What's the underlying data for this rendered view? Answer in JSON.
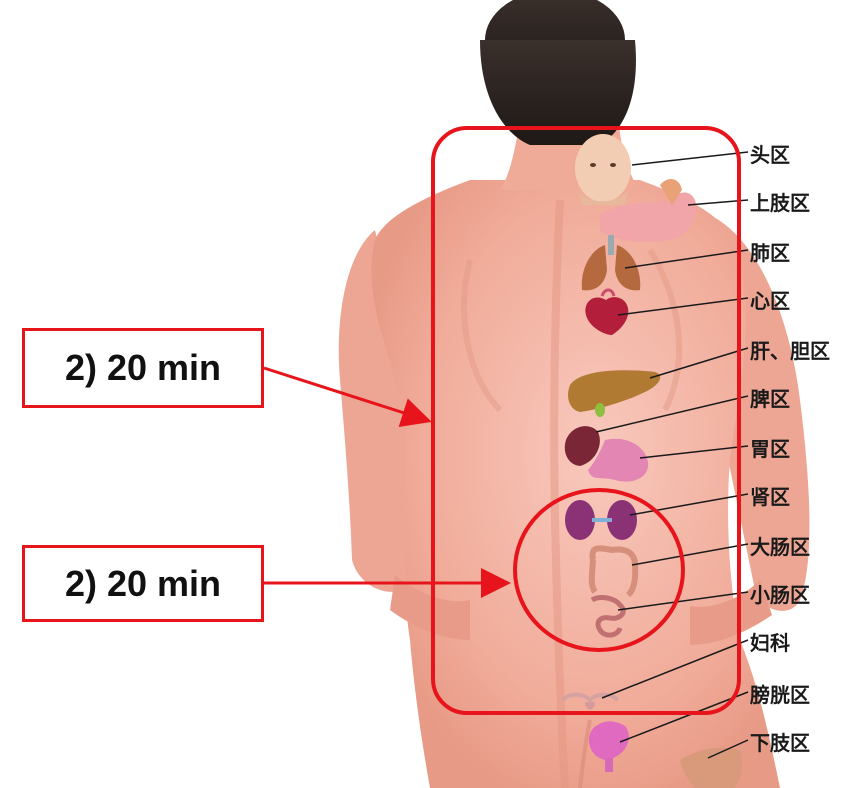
{
  "callouts": [
    {
      "text": "2) 20 min"
    },
    {
      "text": "2) 20 min"
    }
  ],
  "zones": [
    {
      "label": "头区",
      "icon": "head-icon"
    },
    {
      "label": "上肢区",
      "icon": "arm-icon"
    },
    {
      "label": "肺区",
      "icon": "lungs-icon"
    },
    {
      "label": "心区",
      "icon": "heart-icon"
    },
    {
      "label": "肝、胆区",
      "icon": "liver-icon"
    },
    {
      "label": "脾区",
      "icon": "spleen-icon"
    },
    {
      "label": "胃区",
      "icon": "stomach-icon"
    },
    {
      "label": "肾区",
      "icon": "kidneys-icon"
    },
    {
      "label": "大肠区",
      "icon": "large-intestine-icon"
    },
    {
      "label": "小肠区",
      "icon": "small-intestine-icon"
    },
    {
      "label": "妇科",
      "icon": "uterus-icon"
    },
    {
      "label": "膀胱区",
      "icon": "bladder-icon"
    },
    {
      "label": "下肢区",
      "icon": "leg-icon"
    }
  ],
  "colors": {
    "highlight": "#e8141b",
    "skin": "#f3b3a3",
    "hair": "#2a2220",
    "text": "#1a1a1a"
  }
}
